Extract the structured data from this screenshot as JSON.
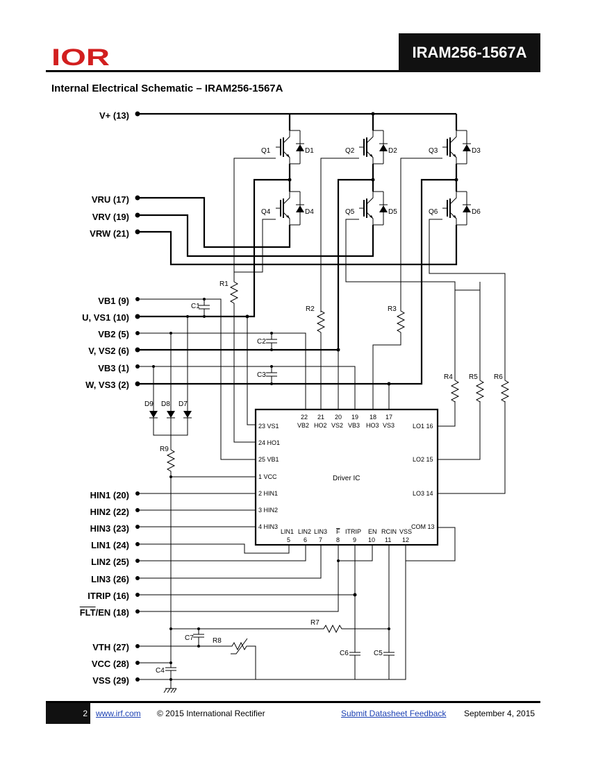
{
  "header": {
    "logo_text": "IOR",
    "part_number": "IRAM256-1567A"
  },
  "title": "Internal Electrical Schematic – IRAM256-1567A",
  "pins_left": [
    "V+ (13)",
    "VRU (17)",
    "VRV (19)",
    "VRW (21)",
    "VB1 (9)",
    "U, VS1 (10)",
    "VB2 (5)",
    "V, VS2 (6)",
    "VB3 (1)",
    "W, VS3 (2)",
    "HIN1 (20)",
    "HIN2 (22)",
    "HIN3 (23)",
    "LIN1 (24)",
    "LIN2 (25)",
    "LIN3 (26)",
    "ITRIP (16)",
    "VTH (27)",
    "VCC (28)",
    "VSS (29)"
  ],
  "fault_pin": {
    "overlined": "FLT",
    "rest": "/EN (18)"
  },
  "transistors": [
    "Q1",
    "Q2",
    "Q3",
    "Q4",
    "Q5",
    "Q6"
  ],
  "diodes": [
    "D1",
    "D2",
    "D3",
    "D4",
    "D5",
    "D6",
    "D7",
    "D8",
    "D9"
  ],
  "resistors": [
    "R1",
    "R2",
    "R3",
    "R4",
    "R5",
    "R6",
    "R7",
    "R8",
    "R9"
  ],
  "capacitors": [
    "C1",
    "C2",
    "C3",
    "C4",
    "C5",
    "C6",
    "C7"
  ],
  "driver_ic": {
    "label": "Driver IC",
    "left_pins": [
      "23 VS1",
      "24 HO1",
      "25 VB1",
      "1 VCC",
      "2 HIN1",
      "3 HIN2",
      "4 HIN3"
    ],
    "top_pins": [
      {
        "num": "22",
        "name": "VB2"
      },
      {
        "num": "21",
        "name": "HO2"
      },
      {
        "num": "20",
        "name": "VS2"
      },
      {
        "num": "19",
        "name": "VB3"
      },
      {
        "num": "18",
        "name": "HO3"
      },
      {
        "num": "17",
        "name": "VS3"
      }
    ],
    "right_pins": [
      "LO1 16",
      "LO2 15",
      "LO3 14",
      "COM 13"
    ],
    "bottom_pins": [
      {
        "num": "5",
        "name": "LIN1"
      },
      {
        "num": "6",
        "name": "LIN2"
      },
      {
        "num": "7",
        "name": "LIN3"
      },
      {
        "num": "8",
        "name": "F"
      },
      {
        "num": "9",
        "name": "ITRIP"
      },
      {
        "num": "10",
        "name": "EN"
      },
      {
        "num": "11",
        "name": "RCIN"
      },
      {
        "num": "12",
        "name": "VSS"
      }
    ]
  },
  "footer": {
    "page": "2",
    "website": "www.irf.com",
    "copyright": "© 2015 International Rectifier",
    "feedback": "Submit Datasheet Feedback",
    "date": "September 4, 2015"
  }
}
